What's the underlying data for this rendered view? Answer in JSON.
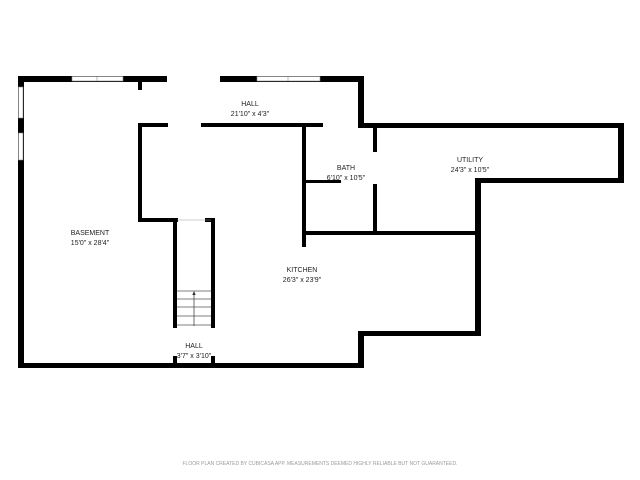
{
  "rooms": [
    {
      "name": "HALL",
      "dims": "21'10\" x 4'3\""
    },
    {
      "name": "BATH",
      "dims": "6'10\" x 10'5\""
    },
    {
      "name": "UTILITY",
      "dims": "24'3\" x 10'5\""
    },
    {
      "name": "BASEMENT",
      "dims": "15'0\" x 28'4\""
    },
    {
      "name": "KITCHEN",
      "dims": "26'3\" x 23'9\""
    },
    {
      "name": "HALL",
      "dims": "3'7\" x 3'10\""
    }
  ],
  "footer": "FLOOR PLAN CREATED BY CUBICASA APP. MEASUREMENTS DEEMED HIGHLY RELIABLE BUT NOT GUARANTEED.",
  "colors": {
    "wall": "#000000",
    "footer": "#9a9a9a"
  }
}
